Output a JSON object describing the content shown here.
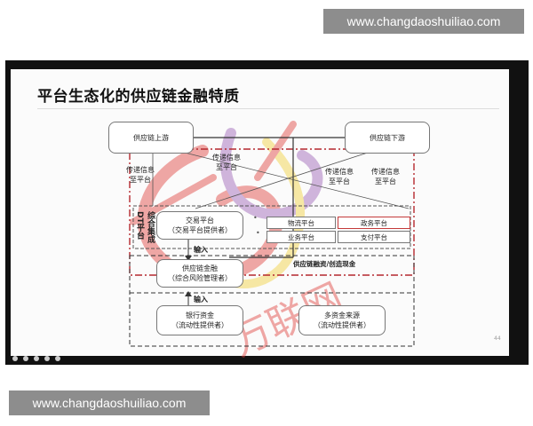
{
  "watermark_top": "www.changdaoshuiliao.com",
  "watermark_bottom": "www.changdaoshuiliao.com",
  "slide": {
    "title": "平台生态化的供应链金融特质",
    "page_number": "44"
  },
  "diagram": {
    "upstream": "供应链上游",
    "downstream": "供应链下游",
    "pass_info_center": "传递信息\n至平台",
    "pass_info_left": "传递信息\n至平台",
    "pass_info_right_a": "传递信息\n至平台",
    "pass_info_right_b": "传递信息\n至平台",
    "dt_platform": "DT平台",
    "comprehensive": "综合集成",
    "trade_platform": "交易平台",
    "trade_platform_sub": "（交易平台提供者）",
    "logistics": "物流平台",
    "government": "政务平台",
    "business": "业务平台",
    "payment": "支付平台",
    "input_1": "输入",
    "input_2": "输入",
    "scf": "供应链金融",
    "scf_sub": "（综合风险管理者）",
    "scf_cashflow": "供应链融资/创造现金",
    "bank_funds": "银行资金",
    "bank_funds_sub": "（流动性提供者）",
    "multi_funds": "多资金来源",
    "multi_funds_sub": "（流动性提供者）"
  },
  "colors": {
    "dash_red": "#b5282e",
    "dash_dark": "#333333",
    "logo_red": "#e0403c",
    "logo_purple": "#9b5fb5",
    "logo_yellow": "#f2d13c"
  }
}
